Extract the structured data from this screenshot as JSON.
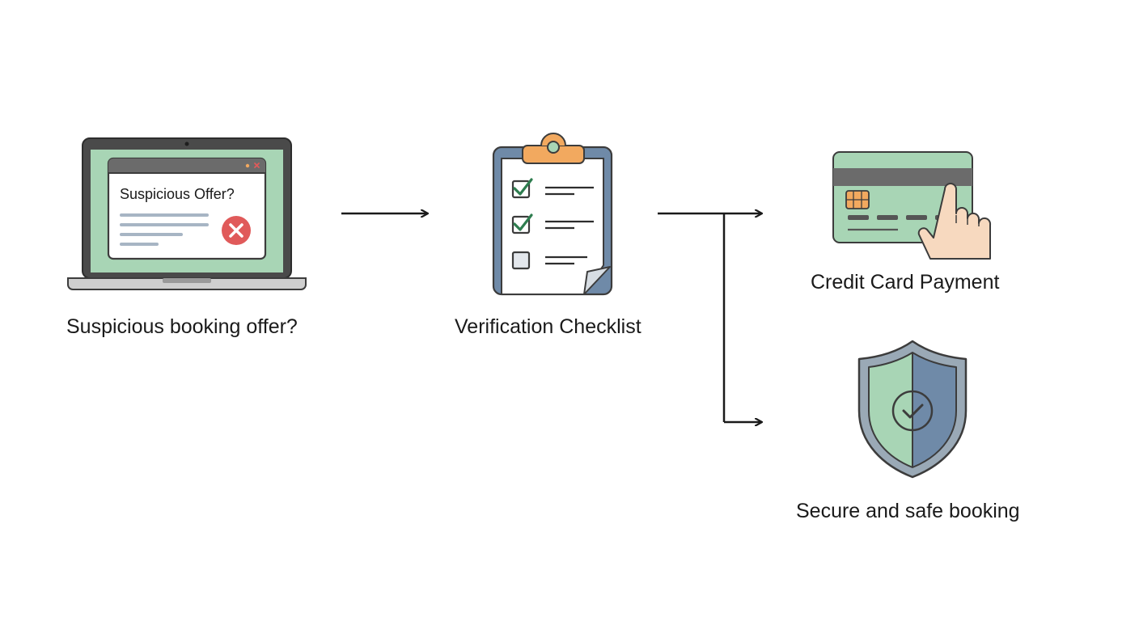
{
  "nodes": {
    "laptop": {
      "label": "Suspicious booking offer?",
      "popup_title": "Suspicious Offer?",
      "icon": "laptop-warning-icon"
    },
    "checklist": {
      "label": "Verification Checklist",
      "icon": "clipboard-checklist-icon",
      "items": [
        {
          "checked": true
        },
        {
          "checked": true
        },
        {
          "checked": false
        }
      ]
    },
    "payment": {
      "label": "Credit Card Payment",
      "icon": "credit-card-hand-icon"
    },
    "secure": {
      "label": "Secure and safe booking",
      "icon": "shield-check-icon"
    }
  },
  "edges": [
    {
      "from": "laptop",
      "to": "checklist"
    },
    {
      "from": "checklist",
      "to": "payment"
    },
    {
      "from": "checklist",
      "to": "secure"
    }
  ],
  "colors": {
    "green": "#a8d5b5",
    "slate": "#6f8aa8",
    "dark": "#3c3c3c",
    "red": "#e05a5a",
    "orange": "#f2a95f",
    "skin": "#f7d9bf"
  }
}
